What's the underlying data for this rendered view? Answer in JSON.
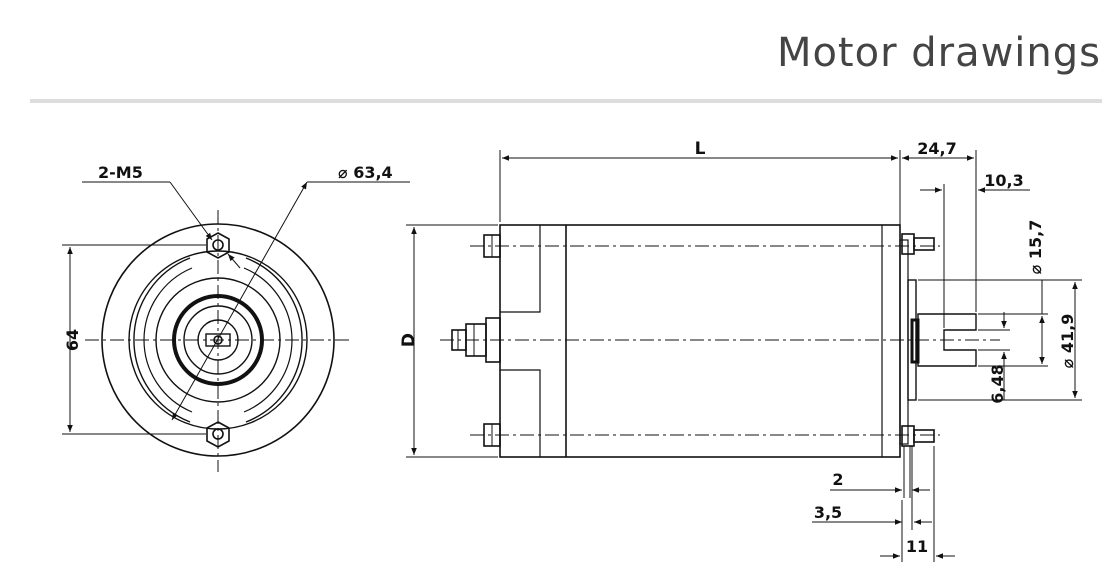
{
  "header": {
    "title": "Motor drawings"
  },
  "front_view": {
    "label_holes": "2-M5",
    "label_diameter": "⌀ 63,4",
    "label_height": "64"
  },
  "side_view": {
    "label_length": "L",
    "label_diameter": "D",
    "label_flange": "24,7",
    "label_shaft_len": "10,3",
    "label_shaft_dia": "⌀ 15,7",
    "label_pilot_dia": "⌀ 41,9",
    "label_flat": "6,48",
    "label_2": "2",
    "label_3_5": "3,5",
    "label_11": "11"
  },
  "colors": {
    "title": "#444444",
    "rule": "#dddddd",
    "line": "#111111"
  }
}
